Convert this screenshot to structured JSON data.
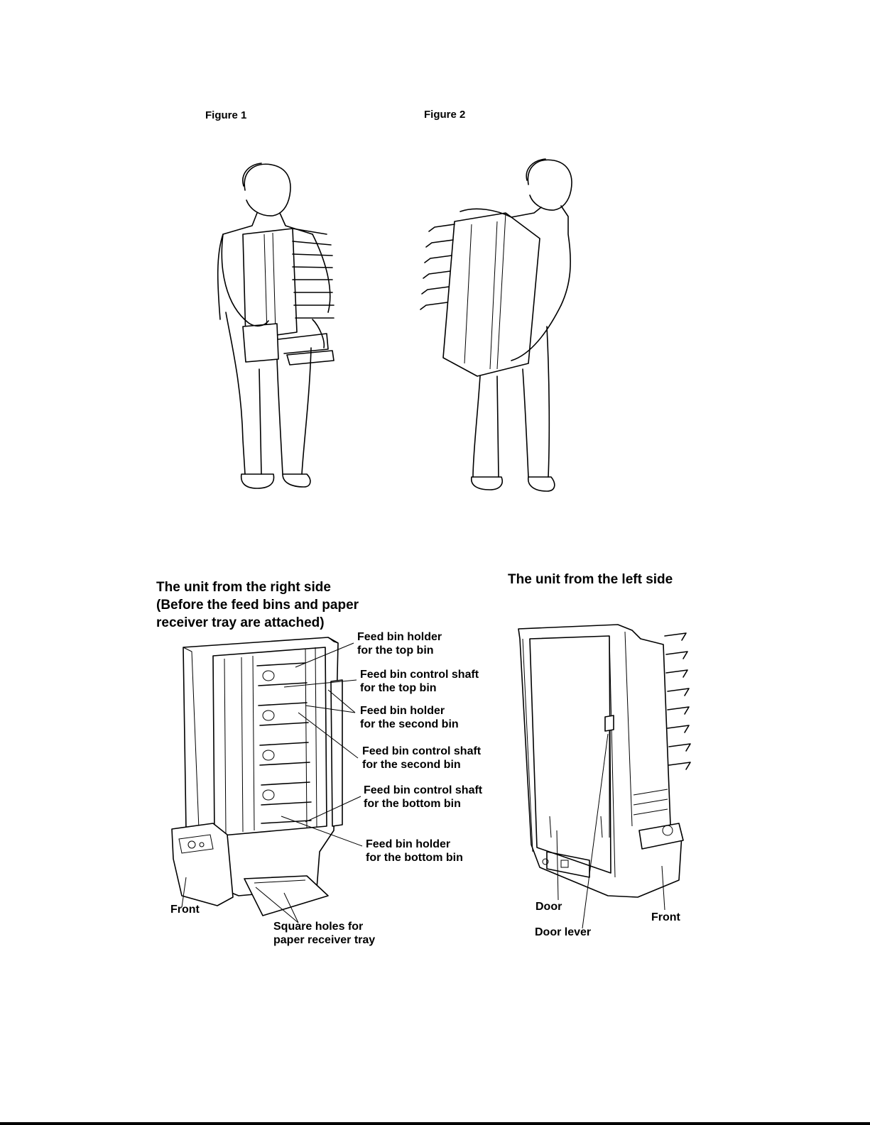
{
  "figures": {
    "figure1_label": "Figure 1",
    "figure2_label": "Figure 2"
  },
  "right_side_view": {
    "heading_lines": [
      "The unit from the right side",
      "(Before the feed bins and paper",
      "receiver tray are attached)"
    ],
    "callouts": {
      "holder_top": [
        "Feed bin holder",
        "for the top bin"
      ],
      "shaft_top": [
        "Feed bin control shaft",
        "for the top bin"
      ],
      "holder_second": [
        "Feed bin holder",
        "for the second bin"
      ],
      "shaft_second": [
        "Feed bin control shaft",
        "for the second bin"
      ],
      "shaft_bottom": [
        "Feed bin control shaft",
        "for the bottom bin"
      ],
      "holder_bottom": [
        "Feed bin holder",
        "for the bottom bin"
      ],
      "square_holes": [
        "Square holes for",
        "paper receiver tray"
      ],
      "front": "Front"
    }
  },
  "left_side_view": {
    "heading": "The unit from the left side",
    "callouts": {
      "door": "Door",
      "door_lever": "Door lever",
      "front": "Front"
    }
  }
}
